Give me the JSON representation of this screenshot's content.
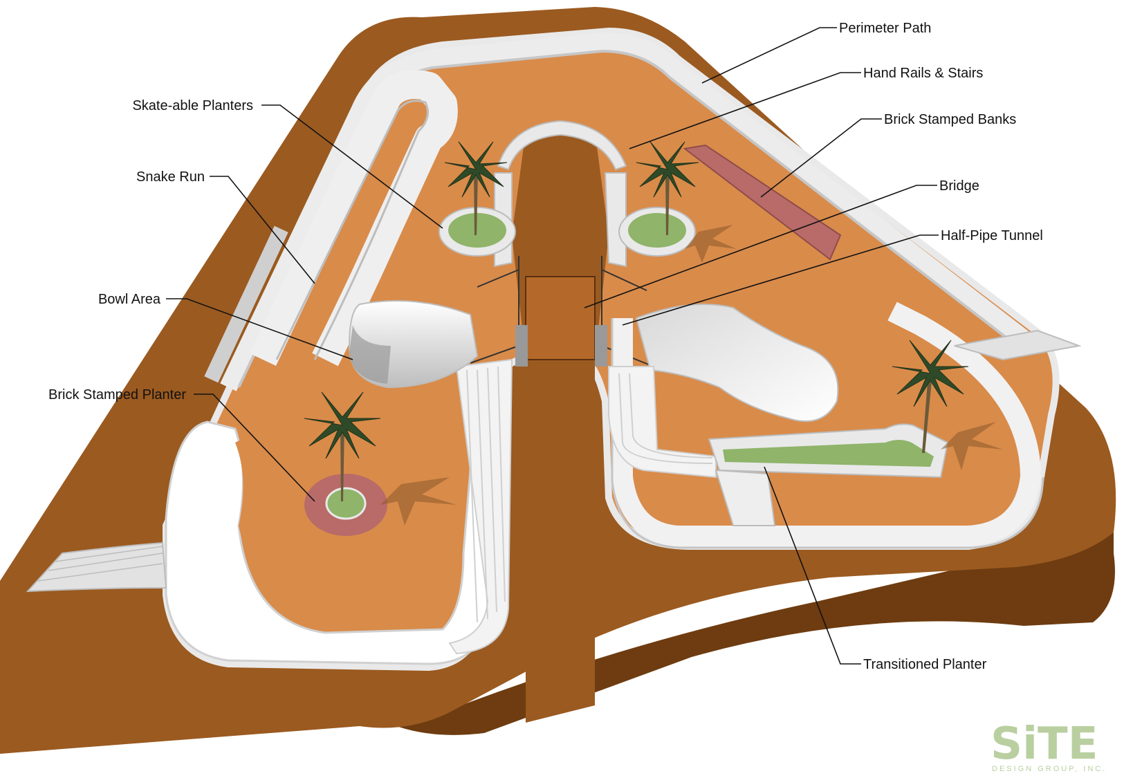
{
  "labels": {
    "perimeter_path": "Perimeter Path",
    "hand_rails_stairs": "Hand Rails & Stairs",
    "brick_stamped_banks": "Brick Stamped Banks",
    "bridge": "Bridge",
    "half_pipe_tunnel": "Half-Pipe Tunnel",
    "skateable_planters": "Skate-able Planters",
    "snake_run": "Snake Run",
    "bowl_area": "Bowl Area",
    "brick_stamped_planter": "Brick Stamped Planter",
    "transitioned_planter": "Transitioned Planter"
  },
  "logo": {
    "name": "SiTE",
    "tagline": "DESIGN GROUP, INC."
  },
  "colors": {
    "ground": "#9b5a20",
    "ground_shadow": "#6e3c10",
    "deck": "#d98b4a",
    "concrete": "#f2f2f2",
    "concrete_shade": "#c9c9c9",
    "grass": "#8fb46a",
    "brick": "#b86b68",
    "palm": "#2f4a28",
    "logo": "#b9cfa0"
  }
}
